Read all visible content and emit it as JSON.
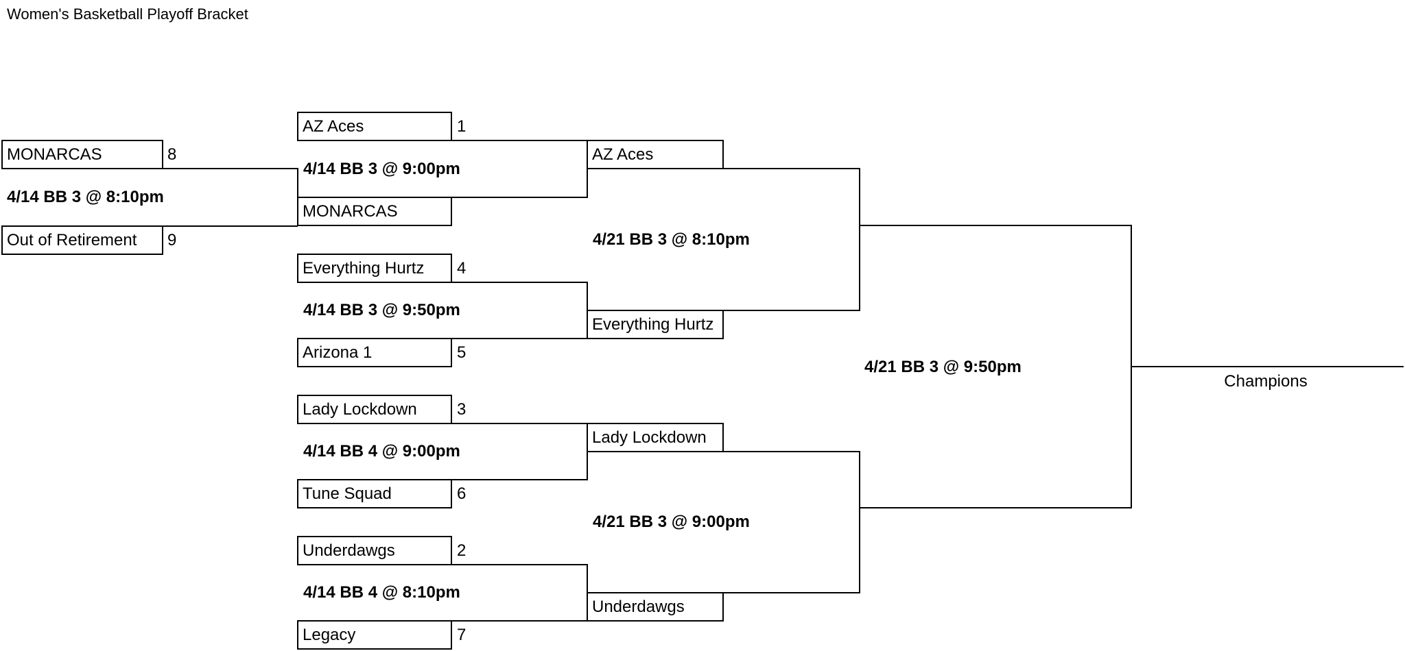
{
  "title": "Women's Basketball Playoff Bracket",
  "play_in": {
    "team_top": "MONARCAS",
    "seed_top": "8",
    "team_bottom": "Out of Retirement",
    "seed_bottom": "9",
    "game": "4/14 BB 3 @ 8:10pm"
  },
  "quarterfinals": [
    {
      "top_team": "AZ Aces",
      "top_seed": "1",
      "bottom_team": "MONARCAS",
      "bottom_seed": "",
      "game": "4/14 BB 3 @ 9:00pm"
    },
    {
      "top_team": "Everything Hurtz",
      "top_seed": "4",
      "bottom_team": "Arizona 1",
      "bottom_seed": "5",
      "game": "4/14 BB 3 @ 9:50pm"
    },
    {
      "top_team": "Lady Lockdown",
      "top_seed": "3",
      "bottom_team": "Tune Squad",
      "bottom_seed": "6",
      "game": "4/14 BB 4 @ 9:00pm"
    },
    {
      "top_team": "Underdawgs",
      "top_seed": "2",
      "bottom_team": "Legacy",
      "bottom_seed": "7",
      "game": "4/14 BB 4 @ 8:10pm"
    }
  ],
  "semifinals": [
    {
      "top_team": "AZ Aces",
      "bottom_team": "Everything Hurtz",
      "game": "4/21 BB 3 @ 8:10pm"
    },
    {
      "top_team": "Lady Lockdown",
      "bottom_team": "Underdawgs",
      "game": "4/21 BB 3 @ 9:00pm"
    }
  ],
  "final": {
    "game": "4/21 BB 3 @ 9:50pm",
    "champion_label": "Champions"
  },
  "colors": {
    "line": "#000000",
    "background": "#ffffff"
  }
}
